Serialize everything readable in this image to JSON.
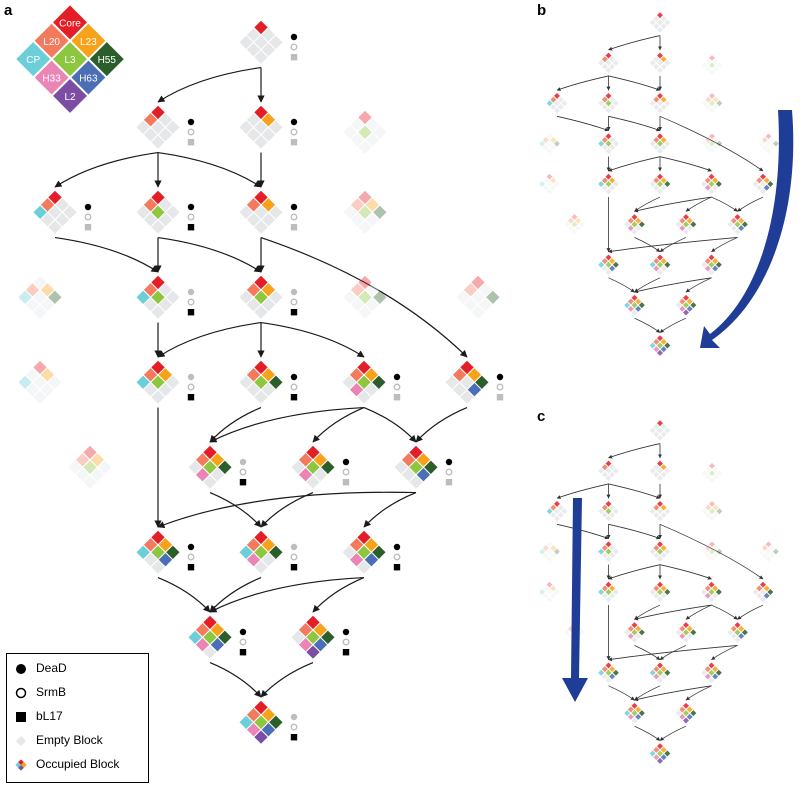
{
  "panels": {
    "a": "a",
    "b": "b",
    "c": "c"
  },
  "colors": {
    "Core": "#e41e26",
    "L23": "#f7a21b",
    "L20": "#f47a5e",
    "H55": "#2b5e2b",
    "L3": "#8dc63f",
    "CP": "#6ccfd8",
    "H63": "#4a6fb5",
    "H33": "#ea86b6",
    "L2": "#7b4ea3",
    "empty": "#e6e7e9",
    "factor_present": "#000000",
    "factor_uncertain": "#bdbdbd",
    "arrow_big": "#1f3c96"
  },
  "key_blocks": [
    {
      "id": "Core",
      "label": "Core"
    },
    {
      "id": "L23",
      "label": "L23"
    },
    {
      "id": "L20",
      "label": "L20"
    },
    {
      "id": "H55",
      "label": "H55"
    },
    {
      "id": "L3",
      "label": "L3"
    },
    {
      "id": "CP",
      "label": "CP"
    },
    {
      "id": "H63",
      "label": "H63"
    },
    {
      "id": "H33",
      "label": "H33"
    },
    {
      "id": "L2",
      "label": "L2"
    }
  ],
  "legend": {
    "deaD": "DeaD",
    "srmB": "SrmB",
    "bl17": "bL17",
    "empty": "Empty Block",
    "occupied": "Occupied Block"
  },
  "states": [
    {
      "blocks": [
        "Core"
      ],
      "factors": [
        "dot",
        "ring",
        "sqg"
      ]
    },
    {
      "blocks": [
        "Core",
        "L20"
      ],
      "factors": [
        "dot",
        "ring",
        "sqg"
      ]
    },
    {
      "blocks": [
        "Core",
        "L23"
      ],
      "factors": [
        "dot",
        "ringg",
        "sqg"
      ]
    },
    {
      "blocks": [
        "Core",
        "L20",
        "CP"
      ],
      "factors": [
        "dot",
        "ringg",
        "sqg"
      ]
    },
    {
      "blocks": [
        "Core",
        "L20",
        "L3"
      ],
      "factors": [
        "dot",
        "ringg",
        "sq"
      ]
    },
    {
      "blocks": [
        "Core",
        "L23",
        "L20"
      ],
      "factors": [
        "dot",
        "ring",
        "sqg"
      ]
    },
    {
      "blocks": [
        "Core",
        "L20",
        "L3",
        "CP"
      ],
      "factors": [
        "dotg",
        "ringg",
        "sq"
      ]
    },
    {
      "blocks": [
        "Core",
        "L23",
        "L20",
        "L3"
      ],
      "factors": [
        "dotg",
        "ringg",
        "sq"
      ]
    },
    {
      "blocks": [
        "Core",
        "L23",
        "L20",
        "L3",
        "CP"
      ],
      "factors": [
        "dotg",
        "ringg",
        "sq"
      ]
    },
    {
      "blocks": [
        "Core",
        "L23",
        "L20",
        "H55",
        "L3"
      ],
      "factors": [
        "dot",
        "ring",
        "sq"
      ]
    },
    {
      "blocks": [
        "Core",
        "L23",
        "L20",
        "H55",
        "L3",
        "H33"
      ],
      "factors": [
        "dot",
        "ringg",
        "sqg"
      ]
    },
    {
      "blocks": [
        "Core",
        "L23",
        "L20",
        "H55",
        "H63"
      ],
      "factors": [
        "dot",
        "ring",
        "sqg"
      ]
    },
    {
      "blocks": [
        "Core",
        "L23",
        "L20",
        "H55",
        "L3",
        "H33"
      ],
      "factors": [
        "dotg",
        "ringg",
        "sq"
      ]
    },
    {
      "blocks": [
        "Core",
        "L23",
        "L20",
        "H55",
        "L3",
        "H33"
      ],
      "factors": [
        "dot",
        "ringg",
        "sqg"
      ]
    },
    {
      "blocks": [
        "Core",
        "L23",
        "L20",
        "H55",
        "L3",
        "H63"
      ],
      "factors": [
        "dot",
        "ring",
        "sqg"
      ]
    },
    {
      "blocks": [
        "Core",
        "L23",
        "L20",
        "H55",
        "L3",
        "CP",
        "H63"
      ],
      "factors": [
        "dot",
        "ring",
        "sq"
      ]
    },
    {
      "blocks": [
        "Core",
        "L23",
        "L20",
        "H55",
        "L3",
        "CP",
        "H33"
      ],
      "factors": [
        "dotg",
        "ringg",
        "sq"
      ]
    },
    {
      "blocks": [
        "Core",
        "L23",
        "L20",
        "H55",
        "L3",
        "H63",
        "H33"
      ],
      "factors": [
        "dot",
        "ring",
        "sq"
      ]
    },
    {
      "blocks": [
        "Core",
        "L23",
        "L20",
        "H55",
        "L3",
        "CP",
        "H63",
        "H33"
      ],
      "factors": [
        "dot",
        "ringg",
        "sq"
      ]
    },
    {
      "blocks": [
        "Core",
        "L23",
        "L20",
        "H55",
        "L3",
        "H63",
        "H33",
        "L2"
      ],
      "factors": [
        "dot",
        "ring",
        "sq"
      ]
    },
    {
      "blocks": [
        "Core",
        "L23",
        "L20",
        "H55",
        "L3",
        "CP",
        "H63",
        "H33",
        "L2"
      ],
      "factors": [
        "dotg",
        "ring",
        "sq"
      ]
    }
  ],
  "faded_states": [
    {
      "blocks": [
        "Core",
        "L3"
      ]
    },
    {
      "blocks": [
        "Core",
        "L23",
        "CP"
      ]
    },
    {
      "blocks": [
        "Core",
        "L20",
        "H55"
      ]
    },
    {
      "blocks": [
        "Core",
        "L20",
        "H55",
        "L3"
      ]
    },
    {
      "blocks": [
        "Core",
        "L23",
        "L20",
        "L3"
      ]
    },
    {
      "blocks": [
        "L23",
        "L20",
        "H55",
        "CP"
      ]
    },
    {
      "blocks": [
        "Core",
        "L23",
        "L20",
        "H55",
        "L3"
      ]
    }
  ]
}
